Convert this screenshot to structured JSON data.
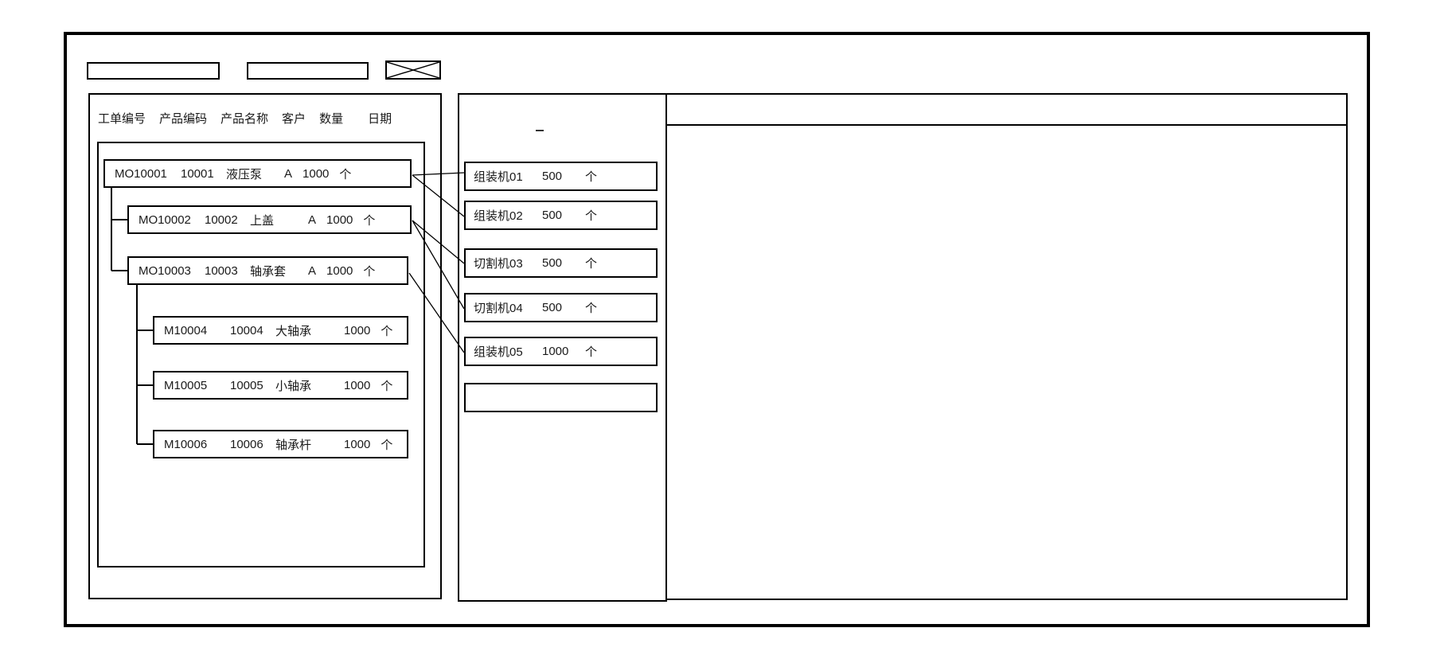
{
  "colors": {
    "border": "#000000",
    "text": "#1a1a1a",
    "background": "#ffffff"
  },
  "toolbar": {
    "field1_value": "",
    "field2_value": "",
    "close_icon": "crossed-box"
  },
  "left_panel": {
    "columns": [
      "工单编号",
      "产品编码",
      "产品名称",
      "客户",
      "数量",
      "日期"
    ],
    "orders": [
      {
        "order_no": "MO10001",
        "product_code": "10001",
        "product_name": "液压泵",
        "customer": "A",
        "qty": "1000",
        "unit": "个",
        "level": 0
      },
      {
        "order_no": "MO10002",
        "product_code": "10002",
        "product_name": "上盖",
        "customer": "A",
        "qty": "1000",
        "unit": "个",
        "level": 1
      },
      {
        "order_no": "MO10003",
        "product_code": "10003",
        "product_name": "轴承套",
        "customer": "A",
        "qty": "1000",
        "unit": "个",
        "level": 1
      },
      {
        "order_no": "M10004",
        "product_code": "10004",
        "product_name": "大轴承",
        "customer": "",
        "qty": "1000",
        "unit": "个",
        "level": 2
      },
      {
        "order_no": "M10005",
        "product_code": "10005",
        "product_name": "小轴承",
        "customer": "",
        "qty": "1000",
        "unit": "个",
        "level": 2
      },
      {
        "order_no": "M10006",
        "product_code": "10006",
        "product_name": "轴承杆",
        "customer": "",
        "qty": "1000",
        "unit": "个",
        "level": 2
      }
    ]
  },
  "machine_panel": {
    "items": [
      {
        "name": "组装机01",
        "qty": "500",
        "unit": "个"
      },
      {
        "name": "组装机02",
        "qty": "500",
        "unit": "个"
      },
      {
        "name": "切割机03",
        "qty": "500",
        "unit": "个"
      },
      {
        "name": "切割机04",
        "qty": "500",
        "unit": "个"
      },
      {
        "name": "组装机05",
        "qty": "1000",
        "unit": "个"
      },
      {
        "name": "",
        "qty": "",
        "unit": ""
      }
    ]
  },
  "links": [
    {
      "from": "MO10001",
      "to": "组装机01"
    },
    {
      "from": "MO10001",
      "to": "组装机02"
    },
    {
      "from": "MO10002",
      "to": "切割机03"
    },
    {
      "from": "MO10002",
      "to": "切割机04"
    },
    {
      "from": "MO10003",
      "to": "组装机05"
    }
  ]
}
